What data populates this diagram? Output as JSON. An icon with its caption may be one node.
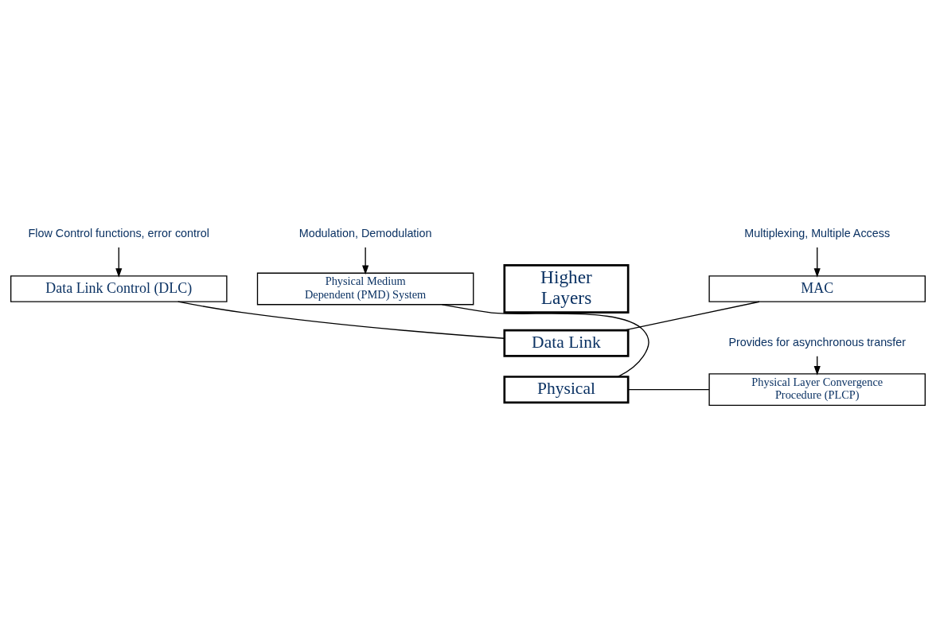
{
  "diagram": {
    "nodes": [
      {
        "text": [
          "Flow Control functions, error control"
        ]
      },
      {
        "text": [
          "Data Link Control (DLC)"
        ]
      },
      {
        "text": [
          "MAC"
        ]
      },
      {
        "text": [
          "Multiplexing, Multiple Access"
        ]
      },
      {
        "text": [
          "Provides for asynchronous transfer"
        ]
      },
      {
        "text": [
          "Physical Layer Convergence Procedure (PLCP)"
        ]
      },
      {
        "text": [
          "Physical Medium Dependent (PMD) System"
        ]
      },
      {
        "text": [
          "Modulation, Demodulation"
        ]
      },
      {
        "text": [
          "Higher Layers"
        ]
      },
      {
        "text": [
          "Data Link"
        ]
      },
      {
        "text": [
          "Physical"
        ]
      }
    ],
    "edges": [
      {
        "from": 0,
        "to": 1,
        "arrow": "to"
      },
      {
        "from": 3,
        "to": 2,
        "arrow": "to"
      },
      {
        "from": 4,
        "to": 5,
        "arrow": "to"
      },
      {
        "from": 7,
        "to": 6,
        "arrow": "to"
      },
      {
        "from": 1,
        "to": 9,
        "arrow": "none"
      },
      {
        "from": 2,
        "to": 9,
        "arrow": "none"
      },
      {
        "from": 5,
        "to": 10,
        "arrow": "none"
      },
      {
        "from": 6,
        "to": 10,
        "arrow": "none"
      }
    ]
  }
}
